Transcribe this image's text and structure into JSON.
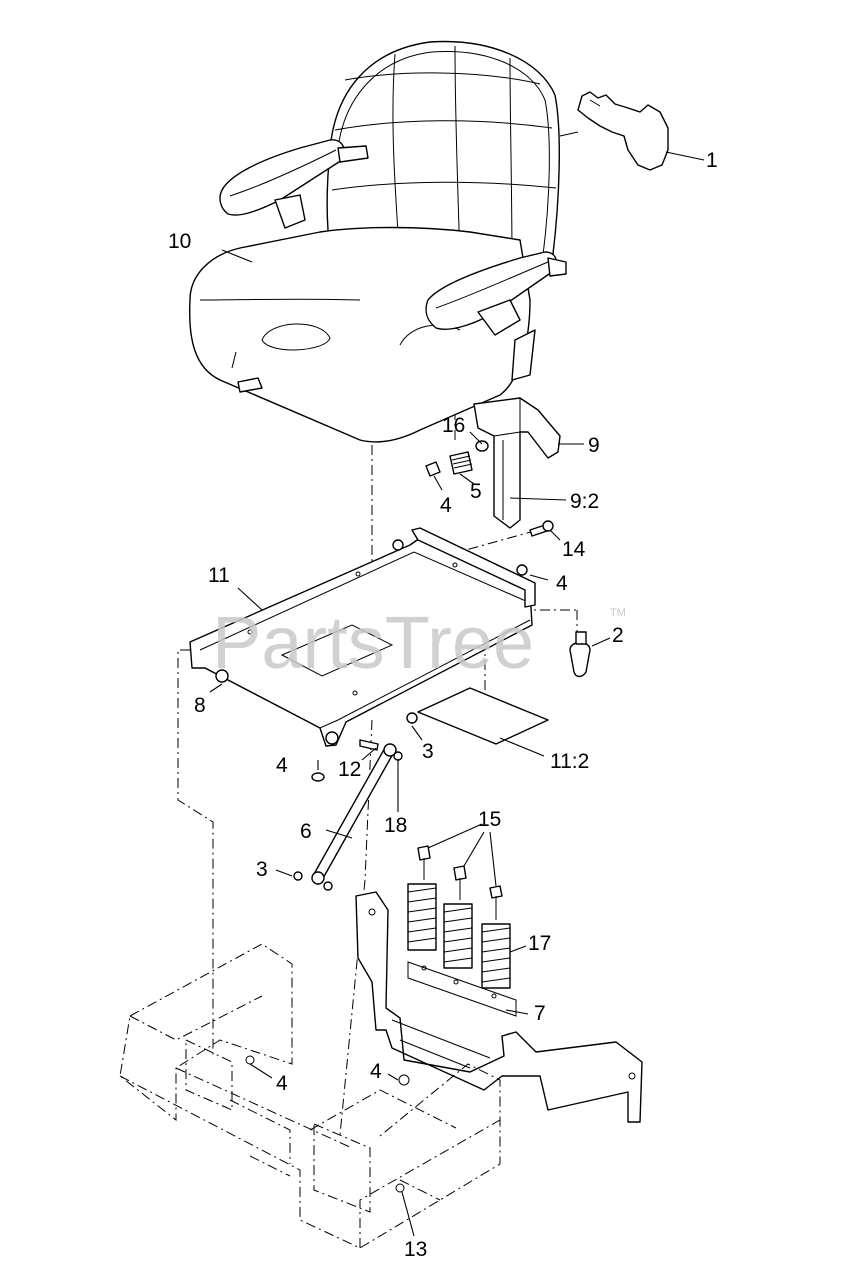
{
  "watermark": {
    "text": "PartsTree",
    "trademark": "TM"
  },
  "callouts": {
    "c1": "1",
    "c2": "2",
    "c3a": "3",
    "c3b": "3",
    "c4a": "4",
    "c4b": "4",
    "c4c": "4",
    "c4d": "4",
    "c4e": "4",
    "c5": "5",
    "c6": "6",
    "c7": "7",
    "c8": "8",
    "c9": "9",
    "c9_2": "9:2",
    "c10": "10",
    "c11": "11",
    "c11_2": "11:2",
    "c12": "12",
    "c13": "13",
    "c14": "14",
    "c15": "15",
    "c16": "16",
    "c17": "17",
    "c18": "18"
  }
}
